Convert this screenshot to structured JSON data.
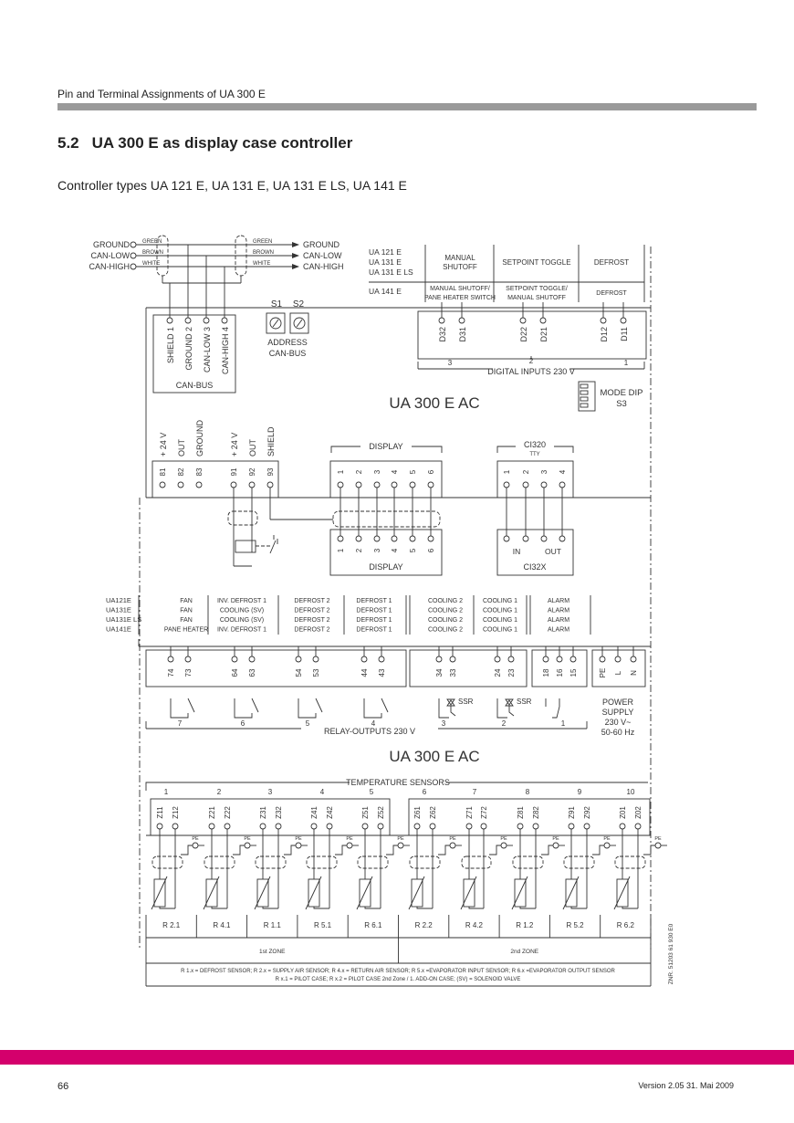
{
  "header": {
    "section": "Pin and Terminal Assignments of UA 300 E",
    "number": "5.2",
    "title": "UA 300 E as display case controller",
    "subtitle": "Controller types UA 121 E, UA 131 E, UA 131 E LS, UA 141 E"
  },
  "can_cable": {
    "left_labels": [
      "GROUND",
      "CAN-LOW",
      "CAN-HIGH"
    ],
    "wire_colors": [
      "GREEN",
      "BROWN",
      "WHITE"
    ],
    "right_labels": [
      "GROUND",
      "CAN-LOW",
      "CAN-HIGH"
    ]
  },
  "can_bus": {
    "terminals": [
      "SHIELD 1",
      "GROUND 2",
      "CAN-LOW 3",
      "CAN-HIGH 4"
    ],
    "label": "CAN-BUS"
  },
  "address": {
    "s1": "S1",
    "s2": "S2",
    "label1": "ADDRESS",
    "label2": "CAN-BUS"
  },
  "digital_table": {
    "models_row1": [
      "UA 121 E",
      "UA 131 E",
      "UA 131 E LS"
    ],
    "row1": [
      [
        "MANUAL",
        "SHUTOFF"
      ],
      [
        "SETPOINT TOGGLE"
      ],
      [
        "DEFROST"
      ]
    ],
    "models_row2": [
      "UA 141 E"
    ],
    "row2": [
      [
        "MANUAL SHUTOFF/",
        "PANE HEATER SWITCH"
      ],
      [
        "SETPOINT TOGGLE/",
        "MANUAL SHUTOFF"
      ],
      [
        "DEFROST"
      ]
    ]
  },
  "digital_inputs": {
    "terminals": [
      "D32",
      "D31",
      "D22",
      "D21",
      "D12",
      "D11"
    ],
    "groups": [
      "3",
      "2",
      "1"
    ],
    "label": "DIGITAL INPUTS 230 V"
  },
  "mode_dip": {
    "label": "MODE DIP",
    "id": "S3"
  },
  "controller_label": "UA 300 E AC",
  "supply_terminals": {
    "functions": [
      "+ 24 V",
      "OUT",
      "GROUND",
      "+ 24 V",
      "OUT",
      "SHIELD"
    ],
    "numbers": [
      "81",
      "82",
      "83",
      "91",
      "92",
      "93"
    ]
  },
  "display_port": {
    "label": "DISPLAY",
    "pins": [
      "1",
      "2",
      "3",
      "4",
      "5",
      "6"
    ]
  },
  "ci320": {
    "label": "CI320",
    "sub": "TTY",
    "pins": [
      "1",
      "2",
      "3",
      "4"
    ]
  },
  "display_unit": {
    "label": "DISPLAY",
    "pins": [
      "1",
      "2",
      "3",
      "4",
      "5",
      "6"
    ]
  },
  "ci32x": {
    "label": "CI32X",
    "in": "IN",
    "out": "OUT"
  },
  "relay_table": {
    "models": [
      "UA121E",
      "UA131E",
      "UA131E LS",
      "UA141E"
    ],
    "columns": [
      [
        "FAN",
        "FAN",
        "FAN",
        "PANE HEATER"
      ],
      [
        "INV. DEFROST 1",
        "COOLING (SV)",
        "COOLING (SV)",
        "INV. DEFROST 1"
      ],
      [
        "DEFROST 2",
        "DEFROST 2",
        "DEFROST 2",
        "DEFROST 2"
      ],
      [
        "DEFROST 1",
        "DEFROST 1",
        "DEFROST 1",
        "DEFROST 1"
      ],
      [
        "COOLING 2",
        "COOLING 2",
        "COOLING 2",
        "COOLING 2"
      ],
      [
        "COOLING 1",
        "COOLING 1",
        "COOLING 1",
        "COOLING 1"
      ],
      [
        "ALARM",
        "ALARM",
        "ALARM",
        "ALARM"
      ]
    ]
  },
  "relay_outputs": {
    "terminals": [
      "74",
      "73",
      "64",
      "63",
      "54",
      "53",
      "44",
      "43",
      "34",
      "33",
      "24",
      "23",
      "18",
      "16",
      "15",
      "PE",
      "L",
      "N"
    ],
    "groups": [
      "7",
      "6",
      "5",
      "4",
      "3",
      "2",
      "1"
    ],
    "ssr": "SSR",
    "label": "RELAY-OUTPUTS 230 V",
    "power_supply": [
      "POWER",
      "SUPPLY",
      "230 V~",
      "50-60 Hz"
    ]
  },
  "temperature_sensors": {
    "label": "TEMPERATURE SENSORS",
    "channels": [
      "1",
      "2",
      "3",
      "4",
      "5",
      "6",
      "7",
      "8",
      "9",
      "10"
    ],
    "terminals": [
      "Z11",
      "Z12",
      "Z21",
      "Z22",
      "Z31",
      "Z32",
      "Z41",
      "Z42",
      "Z51",
      "Z52",
      "Z61",
      "Z62",
      "Z71",
      "Z72",
      "Z81",
      "Z82",
      "Z91",
      "Z92",
      "Z01",
      "Z02"
    ],
    "pe": "PE"
  },
  "sensor_table": {
    "refs": [
      "R 2.1",
      "R 4.1",
      "R 1.1",
      "R 5.1",
      "R 6.1",
      "R 2.2",
      "R 4.2",
      "R 1.2",
      "R 5.2",
      "R 6.2"
    ],
    "zones": [
      "1st ZONE",
      "2nd ZONE"
    ],
    "notes": [
      "R 1.x = DEFROST SENSOR;  R 2.x = SUPPLY AIR SENSOR;  R 4.x = RETURN AIR SENSOR; R 5.x =EVAPORATOR INPUT SENSOR; R 6.x =EVAPORATOR OUTPUT SENSOR",
      "R x.1 = PILOT CASE;  R x.2 = PILOT CASE 2nd Zone / 1. ADD-ON CASE;  (SV) = SOLENOID VALVE"
    ]
  },
  "doc_number": "ZNR. 51203 61 930 E0",
  "footer": {
    "page": "66",
    "version": "Version 2.05   31. Mai 2009"
  },
  "colors": {
    "accent_bar": "#d4006c",
    "header_bar": "#9a9a9a"
  }
}
